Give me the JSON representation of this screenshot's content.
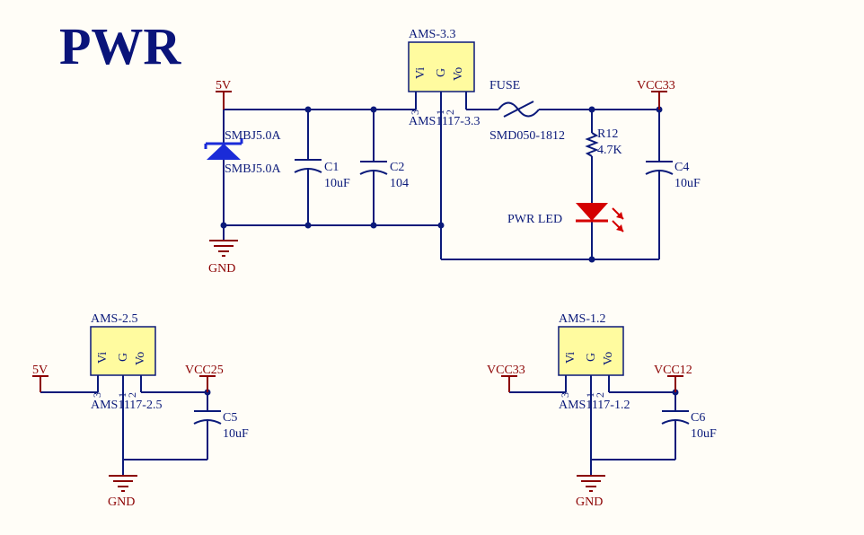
{
  "title": "PWR",
  "nets": {
    "v5": "5V",
    "vcc33": "VCC33",
    "vcc25": "VCC25",
    "vcc12": "VCC12",
    "gnd": "GND"
  },
  "regulators": [
    {
      "designator": "AMS-3.3",
      "part": "AMS1117-3.3",
      "pins": [
        "Vi",
        "G",
        "Vo"
      ],
      "pin_numbers": [
        "3",
        "1",
        "2"
      ]
    },
    {
      "designator": "AMS-2.5",
      "part": "AMS1117-2.5",
      "pins": [
        "Vi",
        "G",
        "Vo"
      ],
      "pin_numbers": [
        "3",
        "1",
        "2"
      ]
    },
    {
      "designator": "AMS-1.2",
      "part": "AMS1117-1.2",
      "pins": [
        "Vi",
        "G",
        "Vo"
      ],
      "pin_numbers": [
        "3",
        "1",
        "2"
      ]
    }
  ],
  "tvs": {
    "designator": "SMBJ5.0A",
    "value": "SMBJ5.0A"
  },
  "capacitors": [
    {
      "designator": "C1",
      "value": "10uF"
    },
    {
      "designator": "C2",
      "value": "104"
    },
    {
      "designator": "C4",
      "value": "10uF"
    },
    {
      "designator": "C5",
      "value": "10uF"
    },
    {
      "designator": "C6",
      "value": "10uF"
    }
  ],
  "fuse": {
    "designator": "FUSE",
    "value": "SMD050-1812"
  },
  "resistor": {
    "designator": "R12",
    "value": "4.7K"
  },
  "led": {
    "designator": "PWR LED"
  },
  "colors": {
    "wire": "#0b1a7a",
    "power": "#8b0000",
    "led": "#d40000",
    "tvs": "#1a2bd8",
    "ic_fill": "#fffb9f",
    "background": "#fffdf7"
  }
}
